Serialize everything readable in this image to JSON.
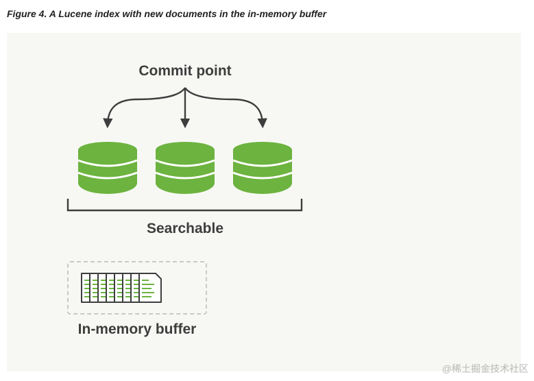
{
  "figure": {
    "caption": "Figure 4. A Lucene index with new documents in the in-memory buffer",
    "commit_label": "Commit point",
    "searchable_label": "Searchable",
    "buffer_label": "In-memory buffer"
  },
  "colors": {
    "segment_green": "#6cb33f",
    "arrow_gray": "#3d3d3d",
    "panel_bg": "#f7f8f4",
    "buffer_border": "#c9c9c9"
  },
  "segments": [
    "segment-1",
    "segment-2",
    "segment-3"
  ],
  "documents_in_buffer": 8,
  "watermark": "@稀土掘金技术社区"
}
